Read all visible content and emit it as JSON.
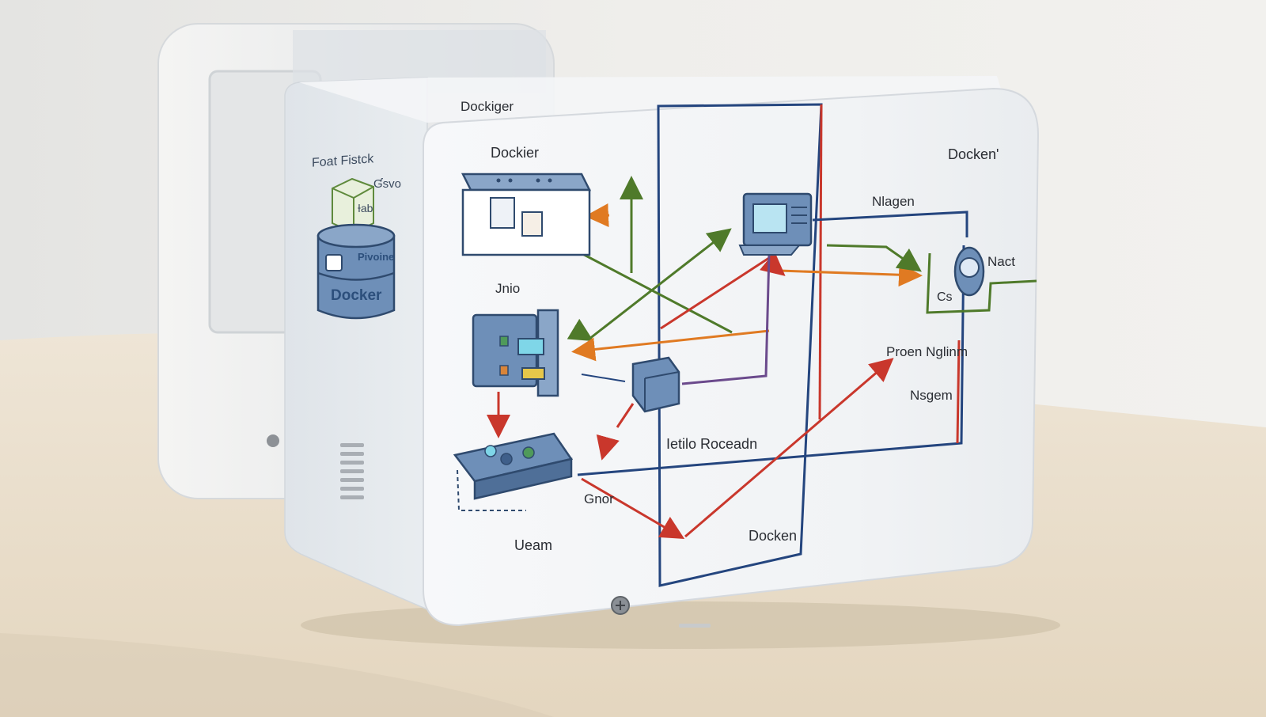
{
  "photo": {
    "colors": {
      "wall": "#ecebe8",
      "table": "#eadfcd",
      "box_front": "#f3f5f7",
      "box_side": "#e6eaee",
      "icon_fill": "#6e8fb8",
      "icon_stroke": "#2f4a6e",
      "line_blue": "#24457e",
      "line_red": "#c9372c",
      "line_green": "#4f7a2a",
      "line_orange": "#e07a22",
      "line_purple": "#6b4a8c"
    },
    "labels": {
      "side_top": "Foat Fistck",
      "side_small": "Ɠsvo",
      "side_cube": "Ɨab",
      "side_cyl_top": "Pivoine",
      "side_cyl_bottom": "Docker",
      "front_top": "Dockiger",
      "front_docker": "Dockier",
      "front_unio": "Jnio",
      "front_ueam": "Ueam",
      "front_gnor": "Gnor",
      "front_roceadn": "Ietilo Roceadn",
      "front_docken": "Docken",
      "right_docken": "Docken'",
      "right_nlagen": "Nlagen",
      "right_nact": "Nact",
      "right_cs": "Cs",
      "right_proen": "Proen Nglinm",
      "right_nlsgem": "Nsgem"
    },
    "icons": [
      "package-stack-icon",
      "docker-cylinder-icon",
      "server-box-icon",
      "machine-panel-icon",
      "control-panel-icon",
      "computer-monitor-icon",
      "small-device-icon",
      "storage-jar-icon"
    ]
  }
}
